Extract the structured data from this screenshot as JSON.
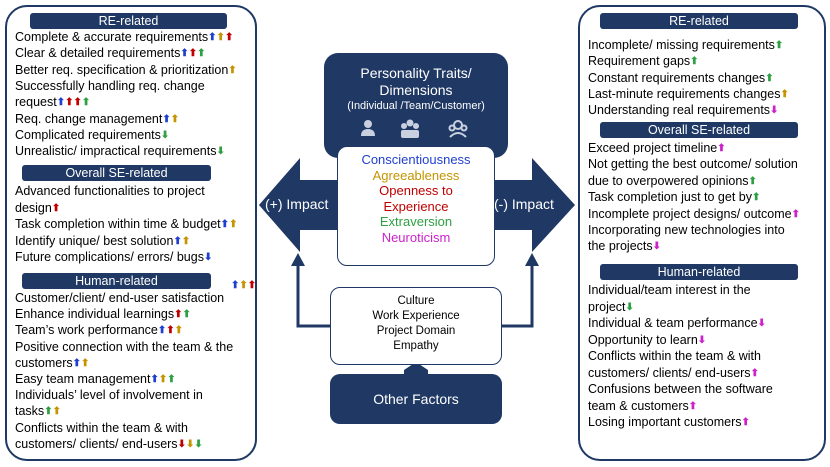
{
  "colors": {
    "navy": "#1f3864",
    "blue": "#1f3fd0",
    "red": "#c00000",
    "green": "#2ea043",
    "gold": "#c59400",
    "pink": "#cc22cc"
  },
  "center": {
    "title": "Personality Traits/ Dimensions",
    "subtitle": "(Individual /Team/Customer)",
    "icons": [
      "person-icon",
      "team-icon",
      "customer-icon"
    ],
    "traits": [
      {
        "label": "Conscientiousness",
        "color": "#1f3fd0"
      },
      {
        "label": "Agreeableness",
        "color": "#c59400"
      },
      {
        "label": "Openness to Experience",
        "color": "#c00000"
      },
      {
        "label": "Extraversion",
        "color": "#2ea043"
      },
      {
        "label": "Neuroticism",
        "color": "#cc22cc"
      }
    ],
    "positive_impact": "(+) Impact",
    "negative_impact": "(-) Impact",
    "factors": [
      "Culture",
      "Work Experience",
      "Project Domain",
      "Empathy"
    ],
    "other_factors": "Other Factors"
  },
  "left": {
    "re_header": "RE-related",
    "se_header": "Overall SE-related",
    "human_header": "Human-related",
    "re_items": [
      {
        "text": "Complete & accurate requirements",
        "arrows": [
          "blue",
          "gold",
          "red"
        ]
      },
      {
        "text": "Clear & detailed requirements",
        "arrows": [
          "blue",
          "red",
          "green"
        ]
      },
      {
        "text": "Better req. specification & prioritization",
        "arrows": [
          "gold"
        ]
      },
      {
        "text": "Successfully handling req. change",
        "arrows": []
      },
      {
        "text": "request",
        "arrows": [
          "blue",
          "red",
          "red",
          "green"
        ]
      },
      {
        "text": "Req. change management",
        "arrows": [
          "blue",
          "gold"
        ]
      },
      {
        "text": "Complicated requirements",
        "arrows": [
          "green-down"
        ]
      },
      {
        "text": "Unrealistic/ impractical requirements",
        "arrows": [
          "green-down"
        ]
      }
    ],
    "se_items": [
      {
        "text": "Advanced functionalities to project",
        "arrows": []
      },
      {
        "text": "design",
        "arrows": [
          "red"
        ]
      },
      {
        "text": "Task completion within time & budget",
        "arrows": [
          "blue",
          "gold"
        ]
      },
      {
        "text": "Identify unique/ best solution",
        "arrows": [
          "blue",
          "gold"
        ]
      },
      {
        "text": "Future complications/ errors/ bugs",
        "arrows": [
          "blue-down"
        ]
      }
    ],
    "human_items": [
      {
        "text": "Customer/client/ end-user satisfaction",
        "arrows": []
      },
      {
        "text": "Enhance individual learnings",
        "arrows": [
          "red",
          "green"
        ]
      },
      {
        "text": "Team’s work performance",
        "arrows": [
          "blue",
          "red",
          "gold"
        ]
      },
      {
        "text": "Positive connection with the team & the",
        "arrows": []
      },
      {
        "text": "customers",
        "arrows": [
          "blue",
          "gold"
        ]
      },
      {
        "text": "Easy team management",
        "arrows": [
          "blue",
          "gold",
          "green"
        ]
      },
      {
        "text": "Individuals’ level of involvement in",
        "arrows": []
      },
      {
        "text": "tasks",
        "arrows": [
          "green",
          "gold"
        ]
      },
      {
        "text": "Conflicts within the team & with",
        "arrows": []
      },
      {
        "text": "customers/ clients/ end-users",
        "arrows": [
          "red-down",
          "gold-down",
          "green-down"
        ]
      }
    ],
    "satisfaction_arrows": [
      "blue",
      "gold",
      "red"
    ]
  },
  "right": {
    "re_header": "RE-related",
    "se_header": "Overall SE-related",
    "human_header": "Human-related",
    "re_items": [
      {
        "text": "Incomplete/ missing requirements",
        "arrows": [
          "green"
        ]
      },
      {
        "text": "Requirement gaps",
        "arrows": [
          "green"
        ]
      },
      {
        "text": "Constant requirements changes",
        "arrows": [
          "green"
        ]
      },
      {
        "text": "Last-minute requirements changes",
        "arrows": [
          "gold"
        ]
      },
      {
        "text": "Understanding real requirements",
        "arrows": [
          "pink-down"
        ]
      }
    ],
    "se_items": [
      {
        "text": "Exceed project timeline",
        "arrows": [
          "pink"
        ]
      },
      {
        "text": "Not getting the best outcome/ solution",
        "arrows": []
      },
      {
        "text": "due to overpowered opinions",
        "arrows": [
          "green"
        ]
      },
      {
        "text": "Task completion just to get by",
        "arrows": [
          "green"
        ]
      },
      {
        "text": "Incomplete project designs/ outcome",
        "arrows": [
          "pink"
        ]
      },
      {
        "text": "Incorporating new technologies into",
        "arrows": []
      },
      {
        "text": "the projects",
        "arrows": [
          "pink-down"
        ]
      }
    ],
    "human_items": [
      {
        "text": "Individual/team interest in the",
        "arrows": []
      },
      {
        "text": "project",
        "arrows": [
          "green-down"
        ]
      },
      {
        "text": "Individual & team performance",
        "arrows": [
          "pink-down"
        ]
      },
      {
        "text": "Opportunity to learn",
        "arrows": [
          "pink-down"
        ]
      },
      {
        "text": "Conflicts within the team & with",
        "arrows": []
      },
      {
        "text": "customers/ clients/ end-users",
        "arrows": [
          "pink"
        ]
      },
      {
        "text": "Confusions between the software",
        "arrows": []
      },
      {
        "text": "team & customers",
        "arrows": [
          "pink"
        ]
      },
      {
        "text": "Losing important customers",
        "arrows": [
          "pink"
        ]
      }
    ]
  }
}
